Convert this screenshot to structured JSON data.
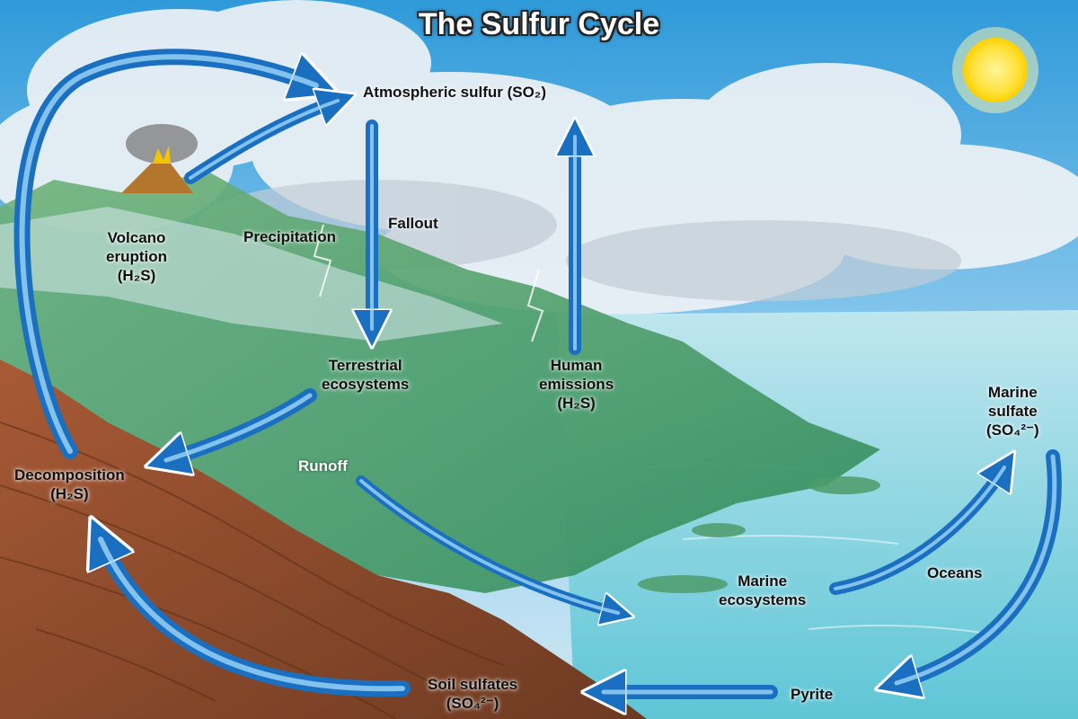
{
  "title": "The Sulfur Cycle",
  "labels": {
    "atmospheric_sulfur": "Atmospheric sulfur (SO₂)",
    "volcano": [
      "Volcano",
      "eruption",
      "(H₂S)"
    ],
    "precipitation": "Precipitation",
    "fallout": "Fallout",
    "terrestrial": [
      "Terrestrial",
      "ecosystems"
    ],
    "human_emissions": [
      "Human",
      "emissions",
      "(H₂S)"
    ],
    "decomposition": [
      "Decomposition",
      "(H₂S)"
    ],
    "runoff": "Runoff",
    "marine_sulfate": [
      "Marine",
      "sulfate",
      "(SO₄²⁻)"
    ],
    "marine_ecosystems": [
      "Marine",
      "ecosystems"
    ],
    "oceans": "Oceans",
    "soil_sulfates": [
      "Soil sulfates",
      "(SO₄²⁻)"
    ],
    "pyrite": "Pyrite"
  },
  "colors": {
    "sky": "#3aa3df",
    "arrow": "#1a6fc0",
    "arrow_highlight": "#8fd0f5",
    "soil": "#8b4a2b",
    "ocean": "#7dd0e0",
    "sun": "#ffe94a"
  }
}
